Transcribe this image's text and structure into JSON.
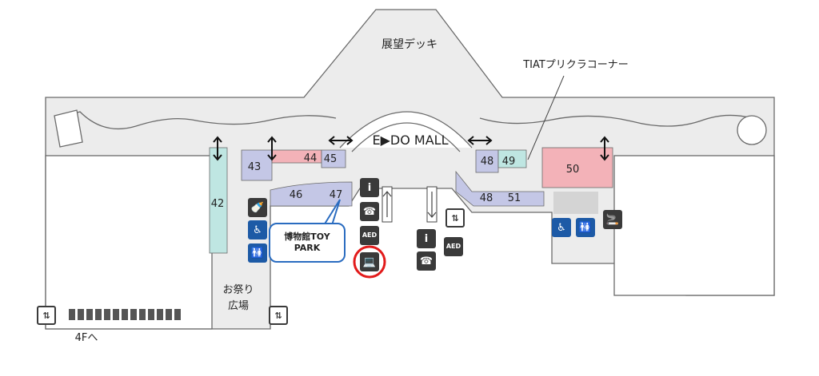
{
  "labels": {
    "observation_deck": "展望デッキ",
    "tiat_purikura": "TIATプリクラコーナー",
    "edo_mall": "E▶DO MALL",
    "matsuri_line1": "お祭り",
    "matsuri_line2": "広場",
    "to_4f": "4Fへ",
    "toy_park_line1": "博物館TOY",
    "toy_park_line2": "PARK"
  },
  "shops": [
    "42",
    "43",
    "44",
    "45",
    "46",
    "47",
    "48",
    "49",
    "50",
    "48",
    "51"
  ],
  "icons": {
    "info": "i",
    "phone": "☎",
    "aed": "AED",
    "elevator": "⇅",
    "accessible": "♿",
    "restroom": "🚻",
    "nursery": "🍼",
    "smoking": "🚬",
    "pc": "💻"
  },
  "colors": {
    "floor": "#e9e9e9",
    "outline": "#6a6a6a",
    "shop_purple": "#c4c7e6",
    "shop_pink": "#f3b2b8",
    "shop_teal": "#bfe6e2",
    "service_gray": "#d4d4d4",
    "accent_blue": "#1d5aa6",
    "highlight_red": "#e21b1b"
  }
}
